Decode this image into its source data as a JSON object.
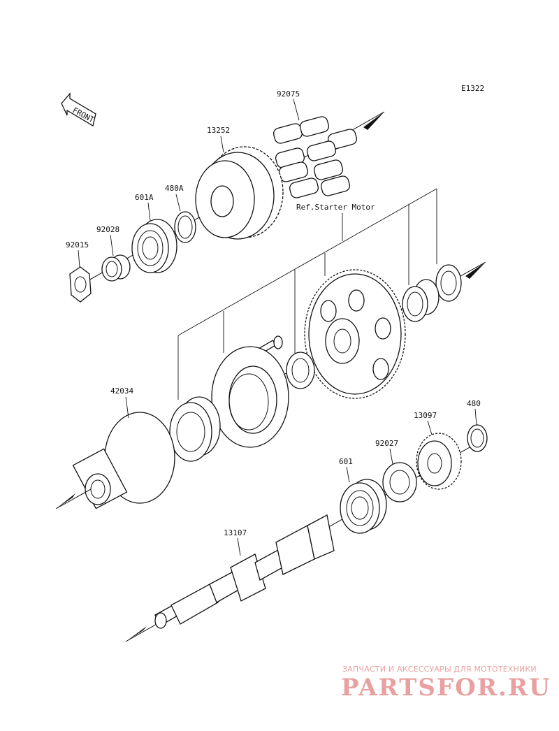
{
  "diagram_code": "E1322",
  "front_label": "FRONT",
  "ref_label": "Ref.Starter Motor",
  "part_labels": {
    "p92075": "92075",
    "p13252": "13252",
    "p480A": "480A",
    "p601A": "601A",
    "p92028": "92028",
    "p92015": "92015",
    "p42034": "42034",
    "p13097": "13097",
    "p480": "480",
    "p92027": "92027",
    "p601": "601",
    "p13107": "13107"
  },
  "watermark": {
    "tagline": "ЗАПЧАСТИ И АКСЕССУАРЫ ДЛЯ МОТОТЕХНИКИ",
    "logo": "PARTSFOR.RU",
    "color": "#e8a0a0"
  }
}
